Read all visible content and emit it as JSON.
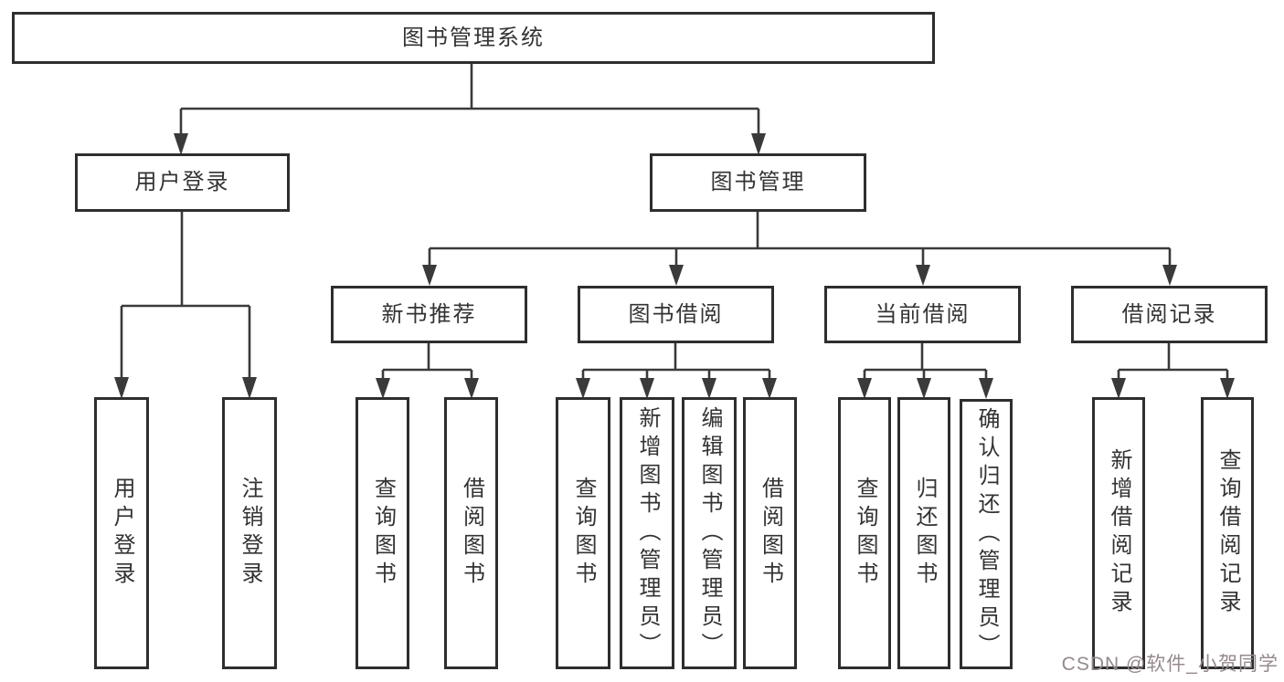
{
  "tree": {
    "root": {
      "label": "图书管理系统"
    },
    "children": [
      {
        "label": "用户登录",
        "children": [
          {
            "label": "用户登录"
          },
          {
            "label": "注销登录"
          }
        ]
      },
      {
        "label": "图书管理",
        "children": [
          {
            "label": "新书推荐",
            "children": [
              {
                "label": "查询图书"
              },
              {
                "label": "借阅图书"
              }
            ]
          },
          {
            "label": "图书借阅",
            "children": [
              {
                "label": "查询图书"
              },
              {
                "label": "新增图书（管理员）"
              },
              {
                "label": "编辑图书（管理员）"
              },
              {
                "label": "借阅图书"
              }
            ]
          },
          {
            "label": "当前借阅",
            "children": [
              {
                "label": "查询图书"
              },
              {
                "label": "归还图书"
              },
              {
                "label": "确认归还（管理员）"
              }
            ]
          },
          {
            "label": "借阅记录",
            "children": [
              {
                "label": "新增借阅记录"
              },
              {
                "label": "查询借阅记录"
              }
            ]
          }
        ]
      }
    ]
  },
  "watermark": {
    "text": "CSDN @软件_小贺同学"
  },
  "colors": {
    "line": "#3a3a3a",
    "border": "#2e2e2e",
    "text": "#333333",
    "background": "#ffffff",
    "watermark": "#95898c"
  }
}
